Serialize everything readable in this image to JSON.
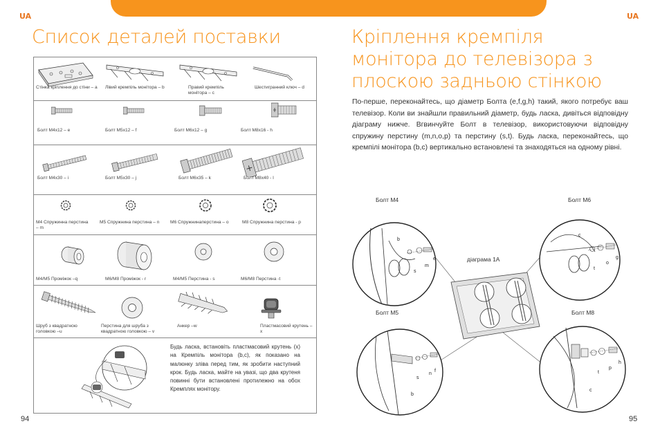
{
  "header": {
    "lang_left": "UA",
    "lang_right": "UA",
    "accent_color": "#f7941d"
  },
  "left_page": {
    "title": "Список деталей поставки",
    "parts": {
      "a": "Стінка кріплення до стіни – a",
      "b": "Лівий кремпіль монітора – b",
      "c": "Правий кремпіль монітора – c",
      "d": "Шестигранний ключ – d",
      "e": "Болт M4x12 – e",
      "f": "Болт M5x12 – f",
      "g": "Болт M6x12 – g",
      "h": "Болт M8x16 - h",
      "i": "Болт M4x30 – i",
      "j": "Болт M5x30 – j",
      "k": "Болт M6x35 – k",
      "l": "Болт M8x40 - l",
      "m": "M4 Спружинна перстина – m",
      "n": "M5 Спружнина перстина – n",
      "o": "M6 Спружнинаперстина – o",
      "p": "M8 Спружнина перстина - p",
      "q": "M4/M5 Проміжок –q",
      "r": "M6/M8 Проміжок - r",
      "s": "M4/M5 Перстина - s",
      "t": "M6/M8 Перстина -t",
      "u": "Шруб з квадратною головкою –u",
      "v": "Перстина для шруба з квадратною головкою – v",
      "w": "Анкер –w",
      "x": "Пластмасовий крутень – x"
    },
    "note": "Будь ласка, встановіть пластмасовий крутень (x) на Кремпіль монітора (b,c), як показано на малюнку зліва перед тим, як зробити наступний крок. Будь ласка, майте на увазі, що два крутеня повинні бути встановлені протилежно на обох Кремплях монітору.",
    "page_number": "94"
  },
  "right_page": {
    "title_lines": [
      "Кріплення кремпіля",
      "монітора до телевізора з",
      "плоскою задньою стінкою"
    ],
    "body": "По-перше, переконайтесь, що діаметр Болта (e,f,g,h) такий, якого потребує ваш телевізор. Коли ви знайшли правильний діаметр, будь ласка, дивіться відповідну діаграму нижче. Вгвинчуйте Болт в телевізор, використовуючи відповідну спружину перстину (m,n,o,p) та перстину (s,t). Будь ласка, переконайтесь, що кремпілі монітора (b,c) вертикально встановлені та знаходяться на одному рівні.",
    "diagram_labels": {
      "m4": "Болт M4",
      "m6": "Болт M6",
      "m5": "Болт M5",
      "m8": "Болт M8",
      "center": "діаграма 1A"
    },
    "letters": {
      "m4": [
        "b",
        "e",
        "m",
        "s"
      ],
      "m6": [
        "c",
        "g",
        "t",
        "o"
      ],
      "m5": [
        "f",
        "n",
        "s",
        "b"
      ],
      "m8": [
        "h",
        "p",
        "t",
        "c"
      ]
    },
    "page_number": "95"
  }
}
